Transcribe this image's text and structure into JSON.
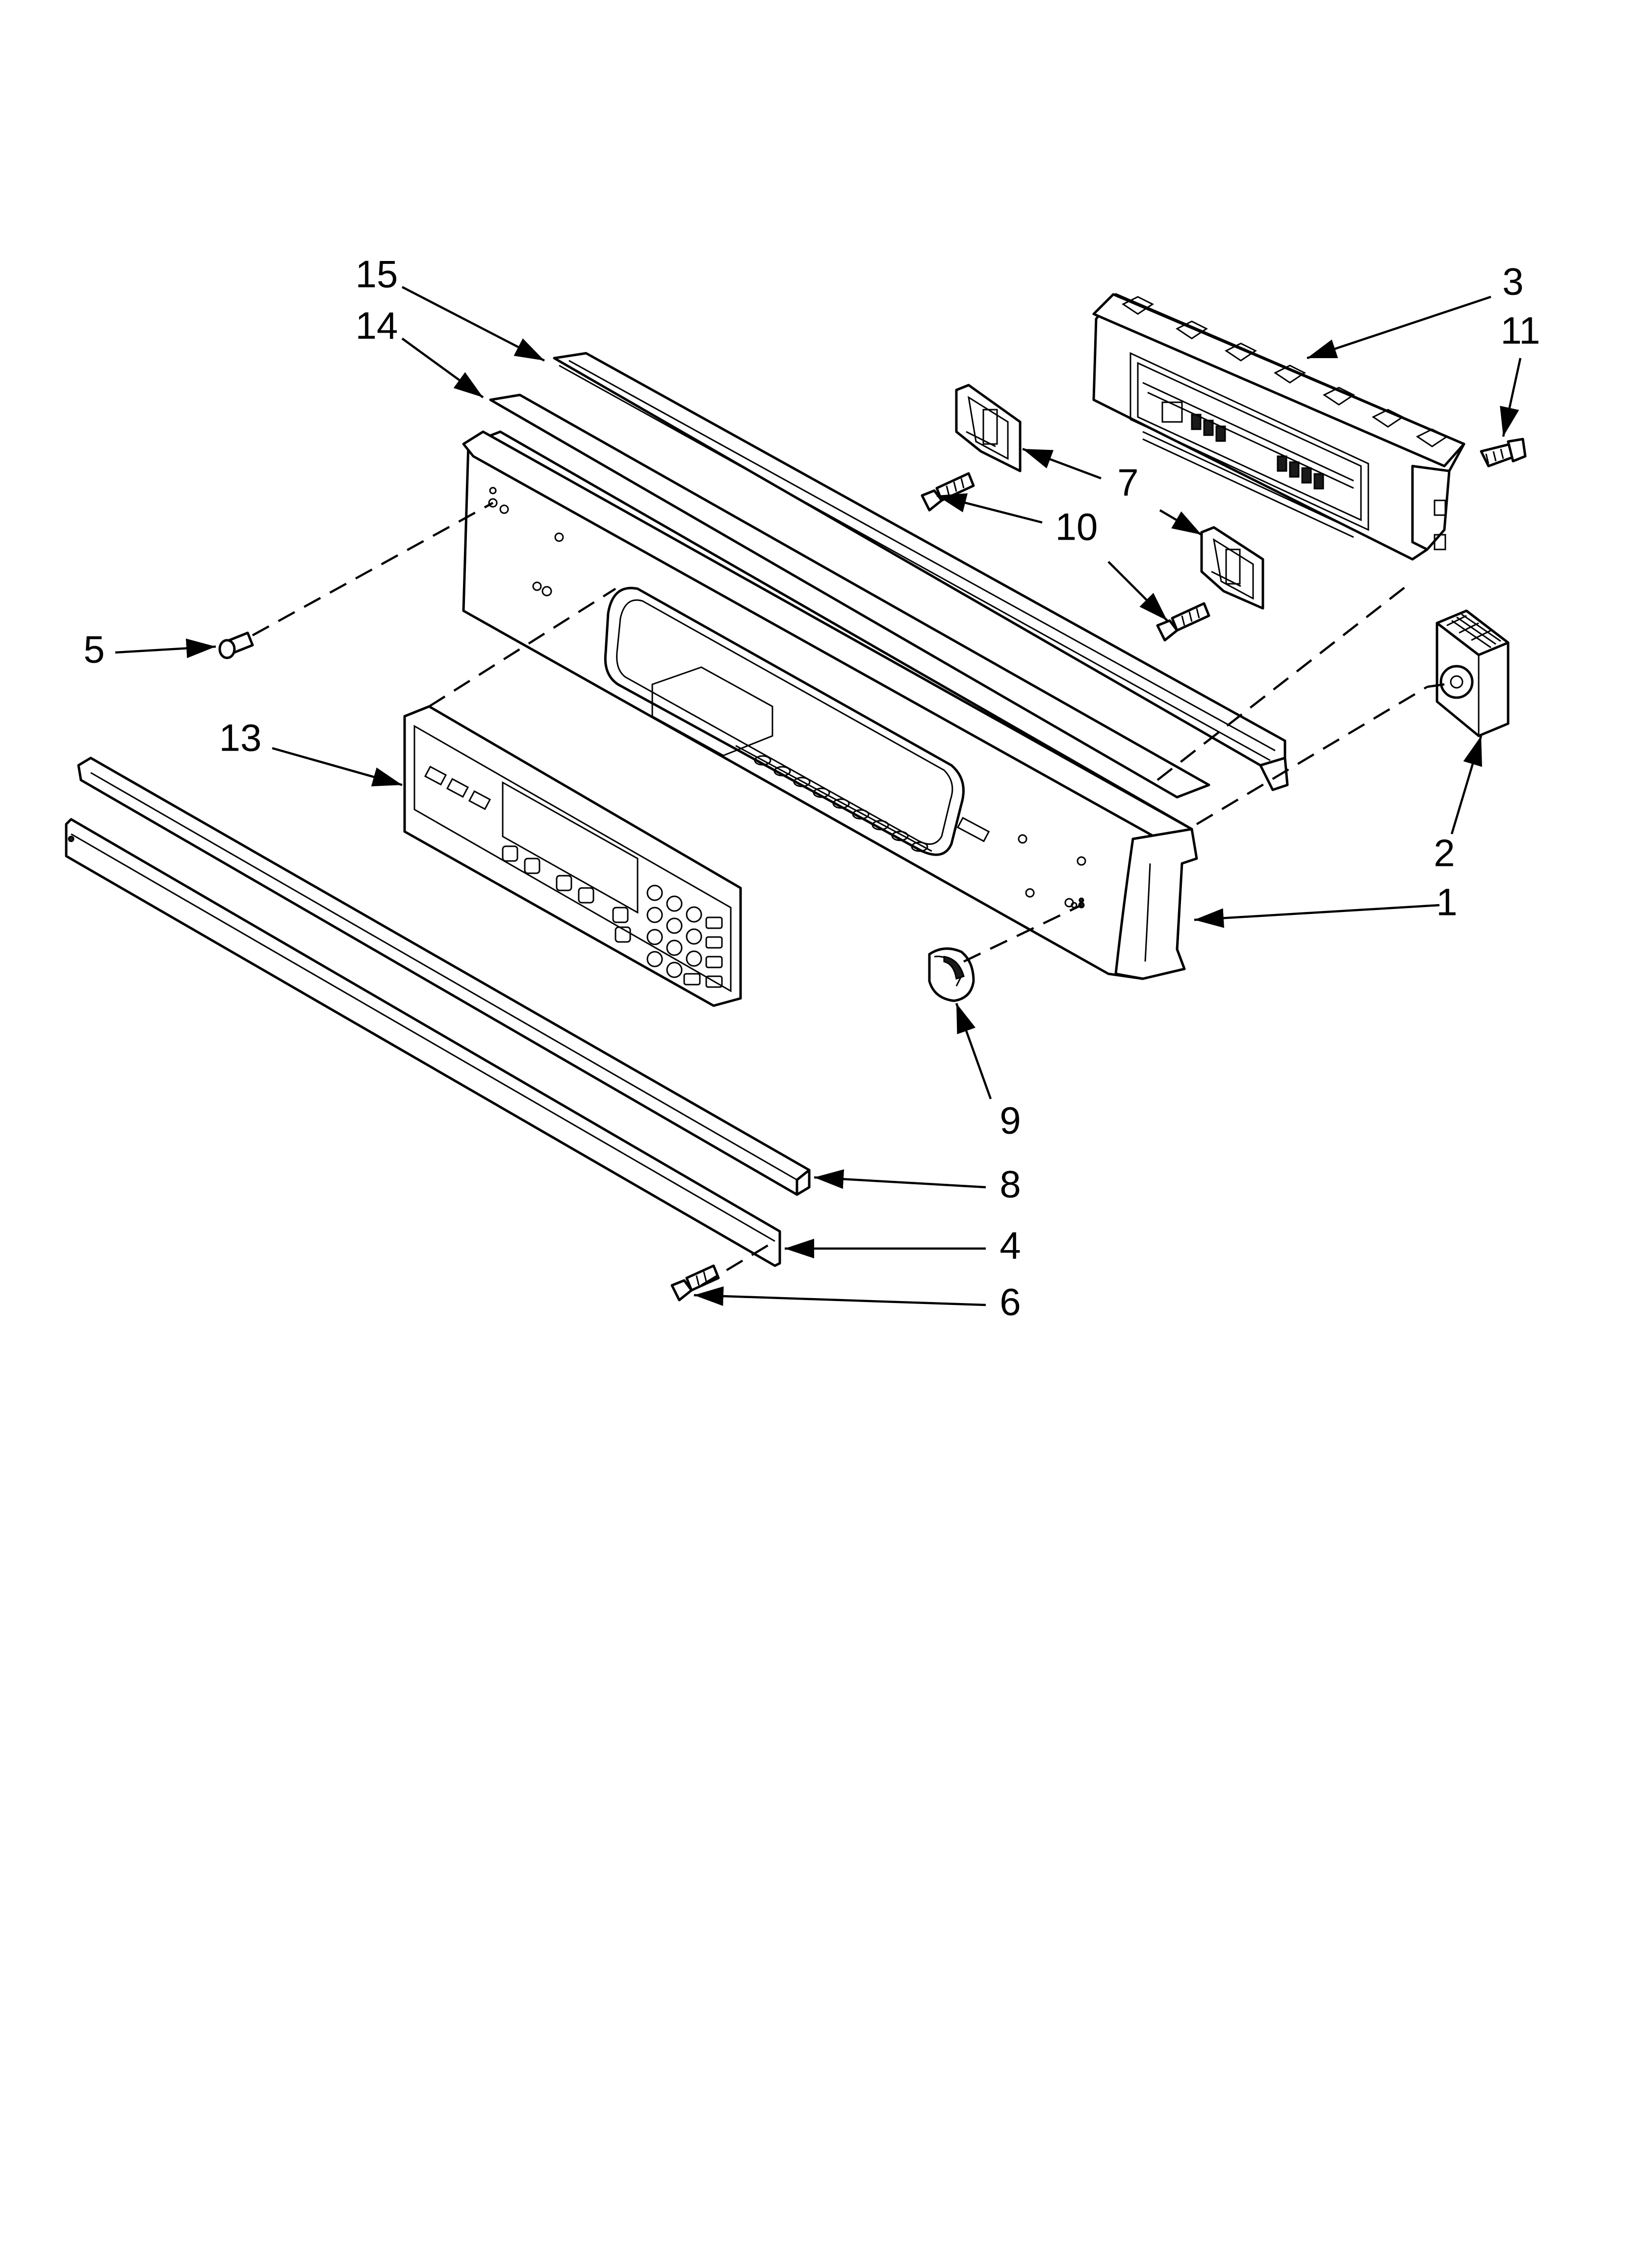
{
  "diagram": {
    "callouts": {
      "c1": "1",
      "c2": "2",
      "c3": "3",
      "c4": "4",
      "c5": "5",
      "c6": "6",
      "c7": "7",
      "c8": "8",
      "c9": "9",
      "c10": "10",
      "c11": "11",
      "c13": "13",
      "c14": "14",
      "c15": "15"
    },
    "parts": [
      {
        "callout": "1",
        "name": "control-panel"
      },
      {
        "callout": "2",
        "name": "rotary-switch"
      },
      {
        "callout": "3",
        "name": "electronic-control-board"
      },
      {
        "callout": "4",
        "name": "trim-strip"
      },
      {
        "callout": "5",
        "name": "plug-button"
      },
      {
        "callout": "6",
        "name": "screw"
      },
      {
        "callout": "7",
        "name": "bracket"
      },
      {
        "callout": "8",
        "name": "trim-channel"
      },
      {
        "callout": "9",
        "name": "knob"
      },
      {
        "callout": "10",
        "name": "screw"
      },
      {
        "callout": "11",
        "name": "screw"
      },
      {
        "callout": "13",
        "name": "touchpad-overlay"
      },
      {
        "callout": "14",
        "name": "panel-strip"
      },
      {
        "callout": "15",
        "name": "top-trim"
      }
    ]
  }
}
